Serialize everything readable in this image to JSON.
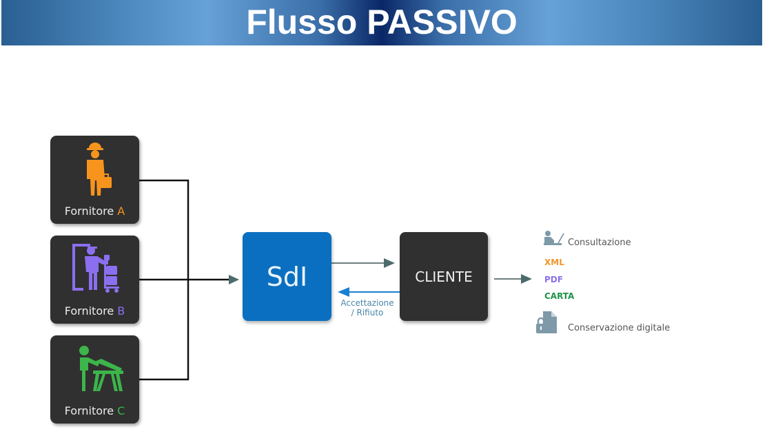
{
  "header": {
    "title": "Flusso PASSIVO"
  },
  "colors": {
    "supplier_a": "#f7941d",
    "supplier_b": "#8b6ff0",
    "supplier_c": "#3cb54a",
    "sdi_box": "#0a6fc0",
    "dark_box": "#303030",
    "feedback_arrow": "#1a7fd0",
    "flow_arrow": "#4d6b6b"
  },
  "suppliers": [
    {
      "label": "Fornitore ",
      "letter": "A",
      "icon": "worker-with-briefcase-icon"
    },
    {
      "label": "Fornitore ",
      "letter": "B",
      "icon": "delivery-person-with-trolley-icon"
    },
    {
      "label": "Fornitore ",
      "letter": "C",
      "icon": "carpenter-sawing-icon"
    }
  ],
  "sdi": {
    "label": "SdI"
  },
  "client": {
    "label": "CLIENTE"
  },
  "feedback": {
    "line1": "Accettazione",
    "line2": "/ Rifiuto"
  },
  "outputs": {
    "consultation": {
      "label": "Consultazione",
      "icon": "person-at-laptop-icon"
    },
    "formats": [
      {
        "label": "XML"
      },
      {
        "label": "PDF"
      },
      {
        "label": "CARTA"
      }
    ],
    "storage": {
      "label": "Conservazione digitale",
      "icon": "locked-document-icon"
    }
  }
}
